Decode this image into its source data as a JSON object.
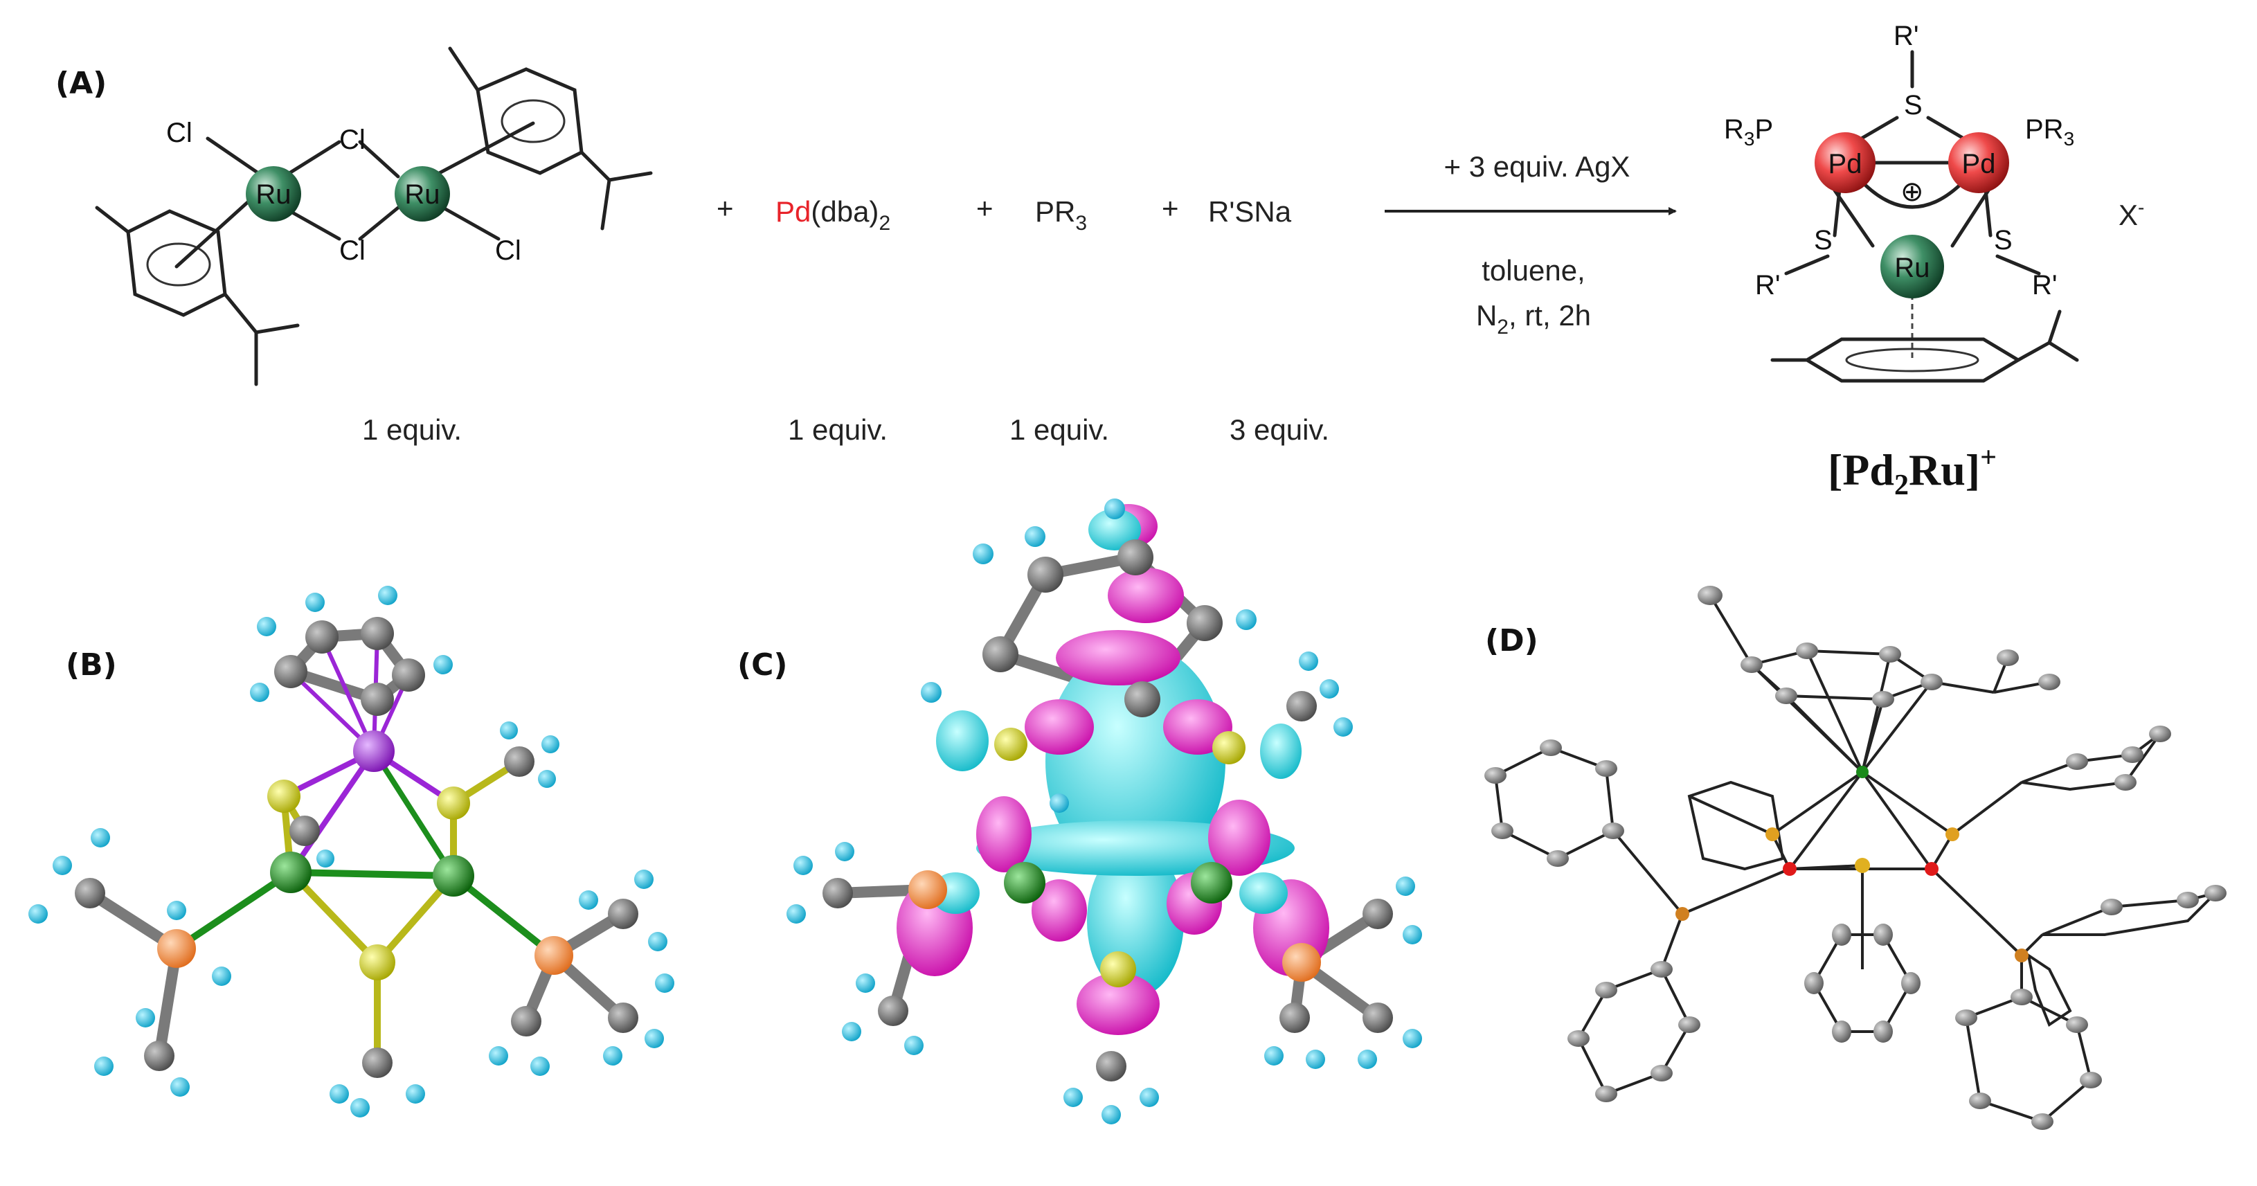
{
  "panels": {
    "A": {
      "label": "(A)",
      "reactant1": {
        "atom_ru": "Ru",
        "atom_cl": "Cl",
        "equiv": "1 equiv."
      },
      "plus": "+",
      "reactant2": {
        "prefix": "Pd",
        "rest": "(dba)",
        "sub": "2",
        "equiv": "1 equiv.",
        "prefix_color": "#e8232a"
      },
      "reactant3": {
        "text": "PR",
        "sub": "3",
        "equiv": "1 equiv."
      },
      "reactant4": {
        "text": "R'SNa",
        "equiv": "3 equiv."
      },
      "arrow": {
        "above": "+ 3 equiv. AgX",
        "below_line1": "toluene,",
        "below_line2_a": "N",
        "below_line2_sub": "2",
        "below_line2_b": ", rt, 2h"
      },
      "product": {
        "r_prime": "R'",
        "s": "S",
        "pd": "Pd",
        "ru": "Ru",
        "pr3_left_a": "R",
        "pr3_left_sub": "3",
        "pr3_left_b": "P",
        "pr3_right_a": "PR",
        "pr3_right_sub": "3",
        "charge": "⊕",
        "counterion": "X",
        "counterion_sup": "-",
        "name_a": "[Pd",
        "name_sub": "2",
        "name_b": "Ru]",
        "name_sup": "+"
      }
    },
    "B": {
      "label": "(B)"
    },
    "C": {
      "label": "(C)"
    },
    "D": {
      "label": "(D)"
    }
  },
  "colors": {
    "ru_ball": "#1e6b45",
    "pd_ball": "#e83a3a",
    "carbon": "#7a7a7a",
    "hydrogen": "#19c3e6",
    "sulfur": "#d4d41e",
    "phosphorus": "#f7944a",
    "ru_3d": "#a51ee6",
    "pd_3d": "#1a8f1a",
    "orbital_pos": "#f01ed2",
    "orbital_neg": "#1ee6e6"
  }
}
